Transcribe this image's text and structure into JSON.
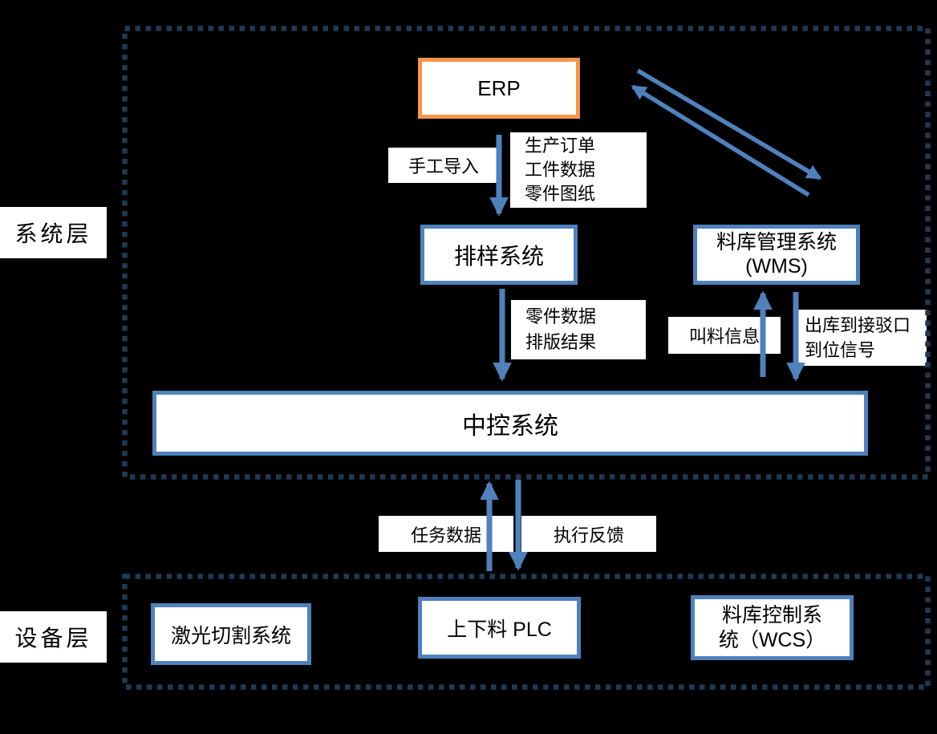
{
  "colors": {
    "accent_blue": "#4F81BD",
    "dash_navy": "#203A54",
    "erp_orange": "#F79646",
    "background": "#000000",
    "box_fill": "#FFFFFF",
    "text": "#000000"
  },
  "layers": {
    "system": {
      "label": "系统层"
    },
    "device": {
      "label": "设备层"
    }
  },
  "nodes": {
    "erp": {
      "label": "ERP"
    },
    "nesting": {
      "label": "排样系统"
    },
    "wms": {
      "lines": [
        "料库管理系统",
        "(WMS)"
      ]
    },
    "central": {
      "label": "中控系统"
    },
    "laser": {
      "label": "激光切割系统"
    },
    "loading_plc": {
      "label": "上下料 PLC"
    },
    "wcs": {
      "lines": [
        "料库控制系",
        "统（WCS）"
      ]
    }
  },
  "edge_labels": {
    "manual_import": "手工导入",
    "erp_to_nesting": [
      "生产订单",
      "工件数据",
      "零件图纸"
    ],
    "nesting_to_central": [
      "零件数据",
      "排版结果"
    ],
    "call_material": "叫料信息",
    "outbound": [
      "出库到接驳口",
      "到位信号"
    ],
    "task_data": "任务数据",
    "exec_feedback": "执行反馈"
  }
}
